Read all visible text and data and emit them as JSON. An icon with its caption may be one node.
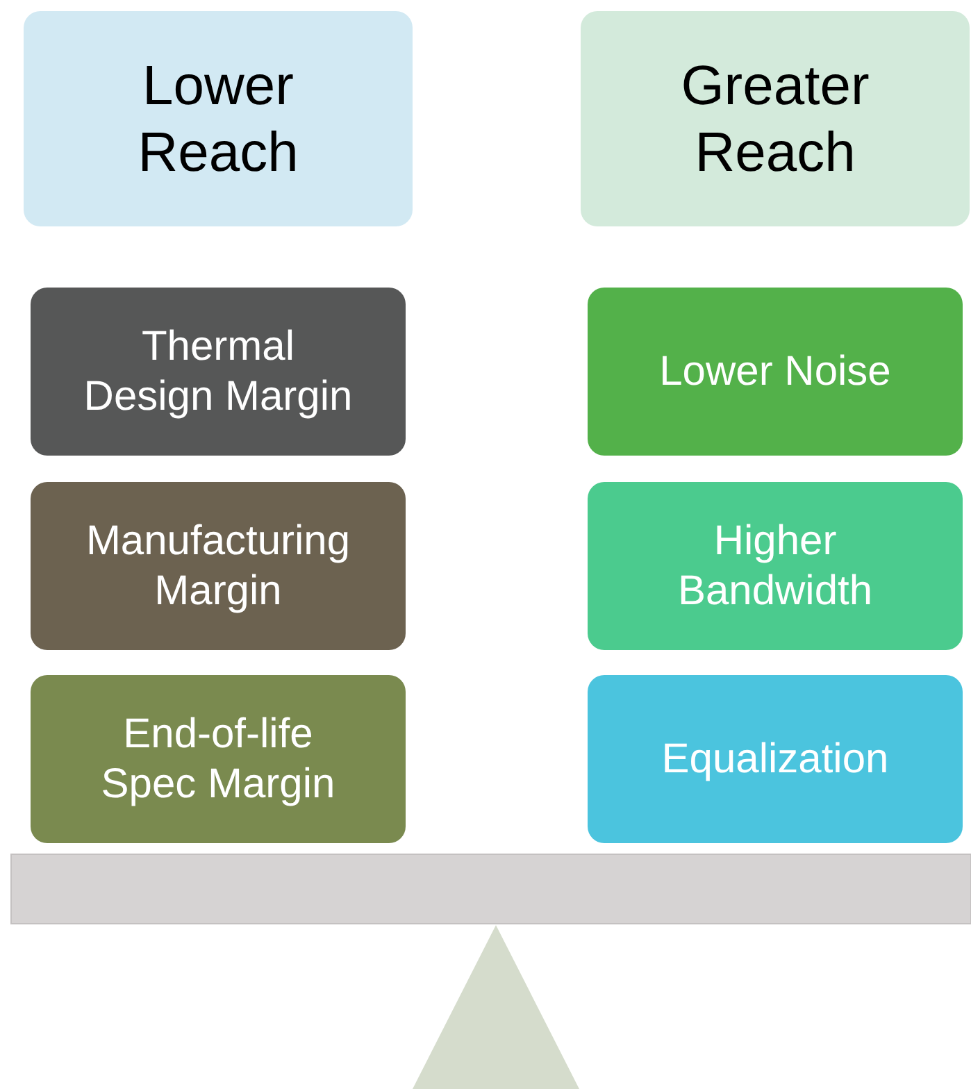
{
  "diagram": {
    "nodes": [
      {
        "text": [
          "Lower Reach"
        ]
      },
      {
        "text": [
          "Greater Reach"
        ]
      },
      {
        "text": [
          "Thermal Design Margin"
        ]
      },
      {
        "text": [
          "Lower Noise"
        ]
      },
      {
        "text": [
          "Manufacturing Margin"
        ]
      },
      {
        "text": [
          "Higher Bandwidth"
        ]
      },
      {
        "text": [
          "End-of-life Spec Margin"
        ]
      },
      {
        "text": [
          "Equalization"
        ]
      }
    ]
  }
}
